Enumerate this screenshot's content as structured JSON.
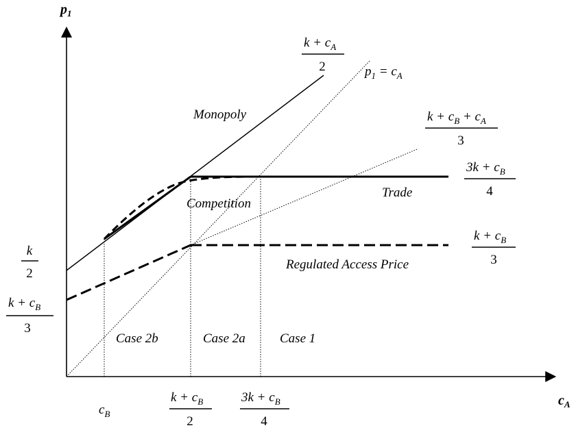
{
  "axes": {
    "y_label": "p",
    "y_label_sub": "1",
    "x_label": "c",
    "x_label_sub": "A"
  },
  "curves": {
    "monopoly": "Monopoly",
    "trade": "Trade",
    "competition": "Competition",
    "regulated": "Regulated Access Price"
  },
  "cases": {
    "case_2b": "Case 2b",
    "case_2a": "Case 2a",
    "case_1": "Case 1"
  },
  "y_ticks": {
    "k_half": {
      "num": "k",
      "den": "2"
    },
    "k_cb_third": {
      "num": "k + c",
      "num_sub": "B",
      "den": "3"
    }
  },
  "x_ticks": {
    "cb": {
      "text": "c",
      "sub": "B"
    },
    "k_cb_half": {
      "num": "k + c",
      "num_sub": "B",
      "den": "2"
    },
    "three_k_cb_quarter": {
      "num": "3k + c",
      "num_sub": "B",
      "den": "4"
    }
  },
  "right_labels": {
    "k_ca_half": {
      "num": "k + c",
      "num_sub": "A",
      "den": "2"
    },
    "p1_eq_ca": {
      "lhs": "p",
      "lhs_sub": "1",
      "eq": " = c",
      "rhs_sub": "A"
    },
    "k_cb_ca_third": {
      "num": "k + c",
      "num_sub1": "B",
      "num_mid": " + c",
      "num_sub2": "A",
      "den": "3"
    },
    "three_k_cb_quarter": {
      "num": "3k + c",
      "num_sub": "B",
      "den": "4"
    },
    "k_cb_third": {
      "num": "k + c",
      "num_sub": "B",
      "den": "3"
    }
  }
}
